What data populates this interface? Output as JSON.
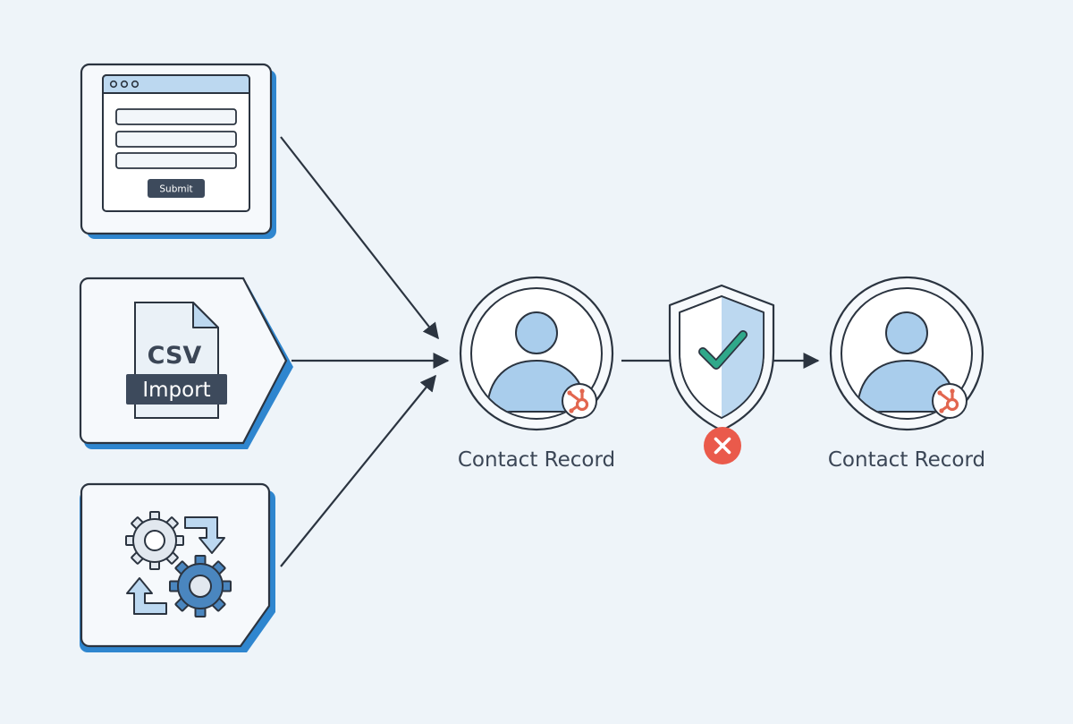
{
  "sources": {
    "web_form": {
      "submit_label": "Submit"
    },
    "csv_import": {
      "file_label": "CSV",
      "tag_label": "Import"
    },
    "automation": {}
  },
  "nodes": {
    "contact_before": {
      "label": "Contact Record"
    },
    "contact_after": {
      "label": "Contact Record"
    }
  },
  "validation": {
    "pass_icon": "check-icon",
    "fail_icon": "x-icon"
  },
  "colors": {
    "background": "#eef4f9",
    "ink": "#2b3440",
    "card_fill": "#f6f9fc",
    "card_shadow": "#2f86cf",
    "avatar_blue": "#a9cdec",
    "hubspot_orange": "#e2664f",
    "check_green": "#2fa88a",
    "error_red": "#ea5a4b"
  }
}
